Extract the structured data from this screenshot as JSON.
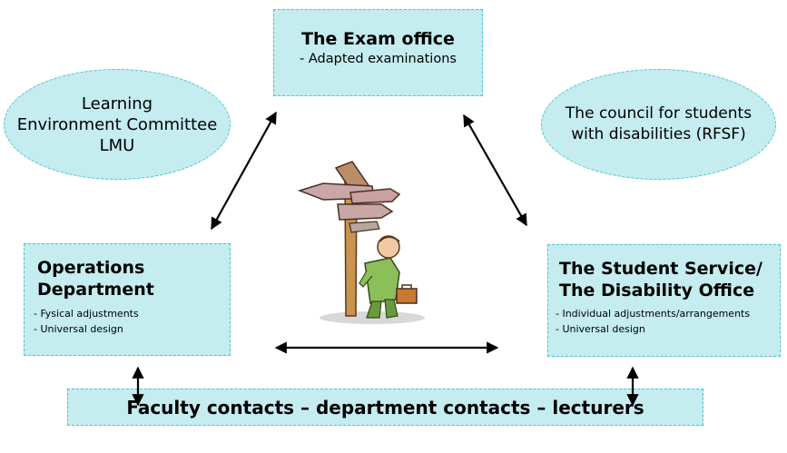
{
  "exam_office": {
    "title": "The Exam office",
    "items": [
      "- Adapted examinations"
    ]
  },
  "learning_committee": {
    "lines": [
      "Learning",
      "Environment Committee",
      "LMU"
    ]
  },
  "student_council": {
    "lines": [
      "The council for students",
      "with disabilities (RFSF)"
    ]
  },
  "operations": {
    "title_lines": [
      "Operations",
      "Department"
    ],
    "items": [
      "- Fysical adjustments",
      "- Universal design"
    ]
  },
  "student_service": {
    "title_lines": [
      "The Student Service/",
      "The Disability Office"
    ],
    "items": [
      "- Individual adjustments/arrangements",
      "- Universal design"
    ]
  },
  "faculty": {
    "label": "Faculty contacts – department contacts – lecturers"
  },
  "colors": {
    "box_fill": "#c5ecef",
    "box_border": "#4cc3cf",
    "arrow": "#000000"
  },
  "clipart": "man-at-signpost-illustration"
}
